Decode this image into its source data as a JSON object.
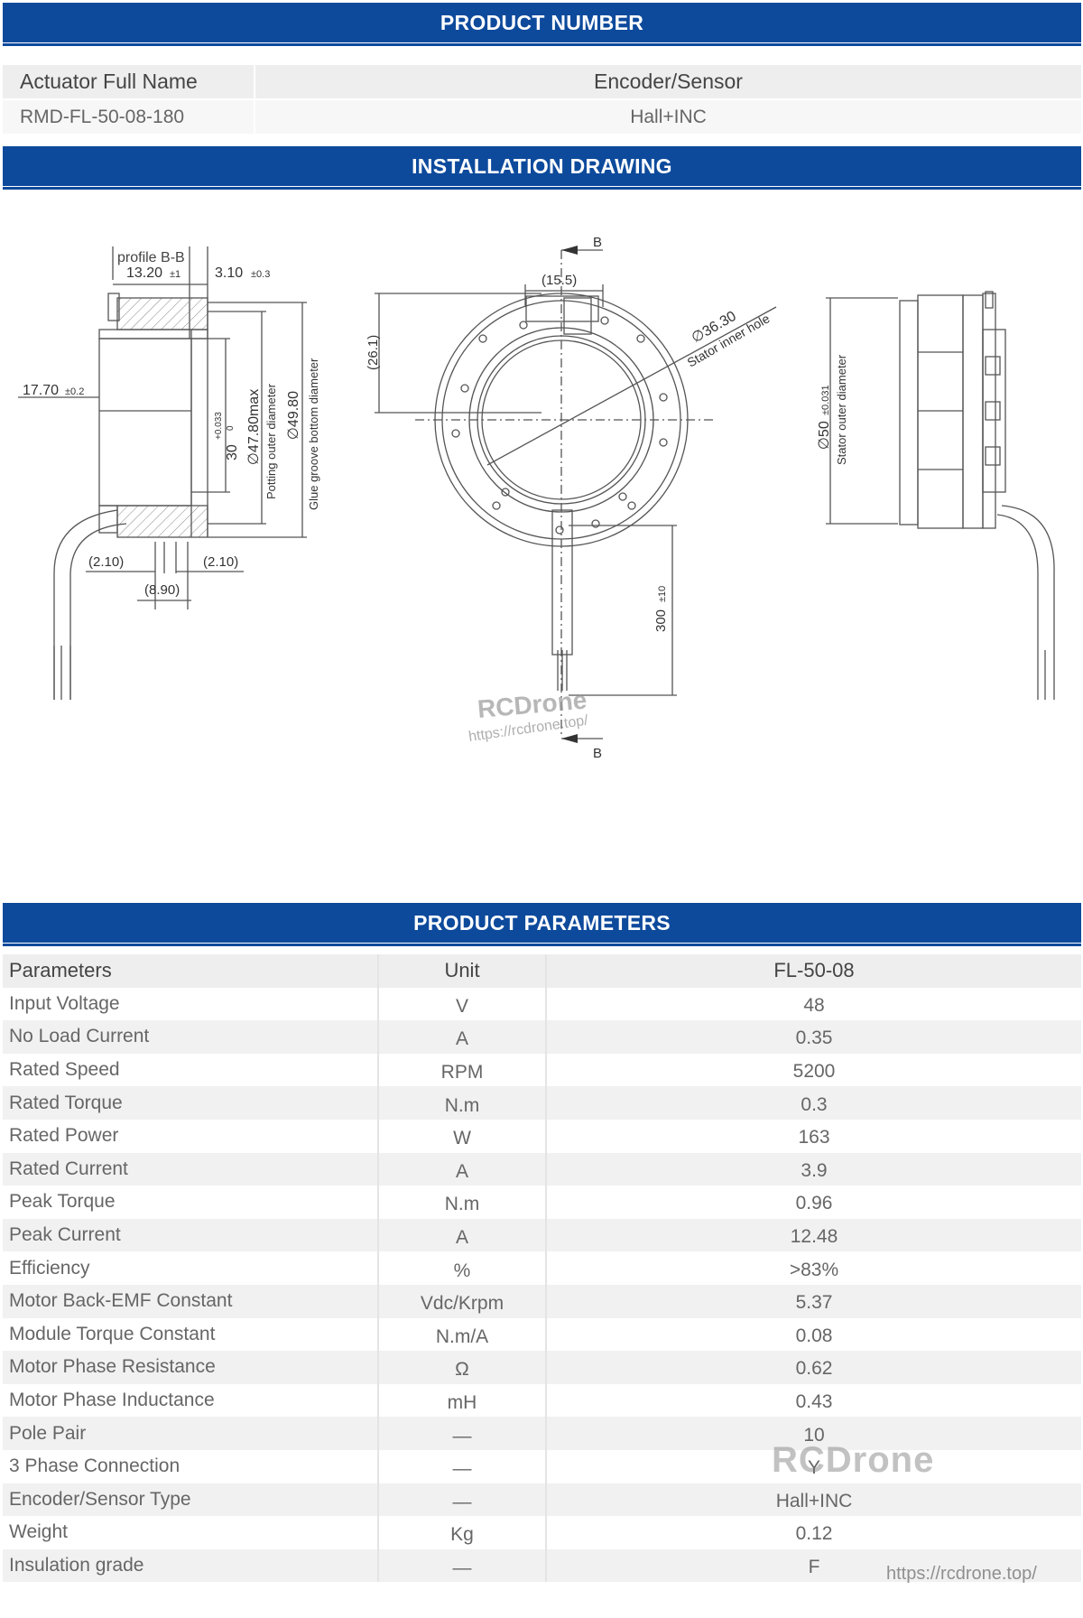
{
  "sections": {
    "product_number": "PRODUCT NUMBER",
    "installation_drawing": "INSTALLATION DRAWING",
    "product_parameters": "PRODUCT PARAMETERS"
  },
  "product_number": {
    "headers": [
      "Actuator Full Name",
      "Encoder/Sensor"
    ],
    "values": [
      "RMD-FL-50-08-180",
      "Hall+INC"
    ]
  },
  "drawing": {
    "profile_label": "profile B-B",
    "dims": {
      "d1320": "13.20",
      "tol1": "±1",
      "d310": "3.10",
      "tol03": "±0.3",
      "d1770": "17.70",
      "tol02": "±0.2",
      "d30": "30",
      "tol30a": "+0.033",
      "tol30b": "0",
      "d4780": "∅47.80max",
      "potting": "Potting outer diameter",
      "d4980": "∅49.80",
      "glue": "Glue groove bottom diameter",
      "d210a": "(2.10)",
      "d210b": "(2.10)",
      "d890": "(8.90)",
      "b_top": "B",
      "b_bottom": "B",
      "d155": "(15.5)",
      "d261": "(26.1)",
      "d3630": "∅36.30",
      "stator_inner": "Stator inner hole",
      "d300": "300",
      "tol10": "±10",
      "d50": "∅50",
      "tol031": "±0.031",
      "stator_outer": "Stator outer diameter"
    },
    "watermark": "RCDrone",
    "watermark_url": "https://rcdrone.top/"
  },
  "parameters": {
    "headers": [
      "Parameters",
      "Unit",
      "FL-50-08"
    ],
    "rows": [
      [
        "Input Voltage",
        "V",
        "48"
      ],
      [
        "No Load Current",
        "A",
        "0.35"
      ],
      [
        "Rated Speed",
        "RPM",
        "5200"
      ],
      [
        "Rated Torque",
        "N.m",
        "0.3"
      ],
      [
        "Rated Power",
        "W",
        "163"
      ],
      [
        "Rated Current",
        "A",
        "3.9"
      ],
      [
        "Peak Torque",
        "N.m",
        "0.96"
      ],
      [
        "Peak Current",
        "A",
        "12.48"
      ],
      [
        "Efficiency",
        "%",
        ">83%"
      ],
      [
        "Motor Back-EMF Constant",
        "Vdc/Krpm",
        "5.37"
      ],
      [
        "Module Torque Constant",
        "N.m/A",
        "0.08"
      ],
      [
        "Motor Phase Resistance",
        "Ω",
        "0.62"
      ],
      [
        "Motor Phase Inductance",
        "mH",
        "0.43"
      ],
      [
        "Pole Pair",
        "—",
        "10"
      ],
      [
        "3 Phase Connection",
        "—",
        "Y"
      ],
      [
        "Encoder/Sensor Type",
        "—",
        "Hall+INC"
      ],
      [
        "Weight",
        "Kg",
        "0.12"
      ],
      [
        "Insulation grade",
        "—",
        "F"
      ]
    ]
  },
  "watermark": {
    "brand": "RCDrone",
    "url": "https://rcdrone.top/"
  }
}
